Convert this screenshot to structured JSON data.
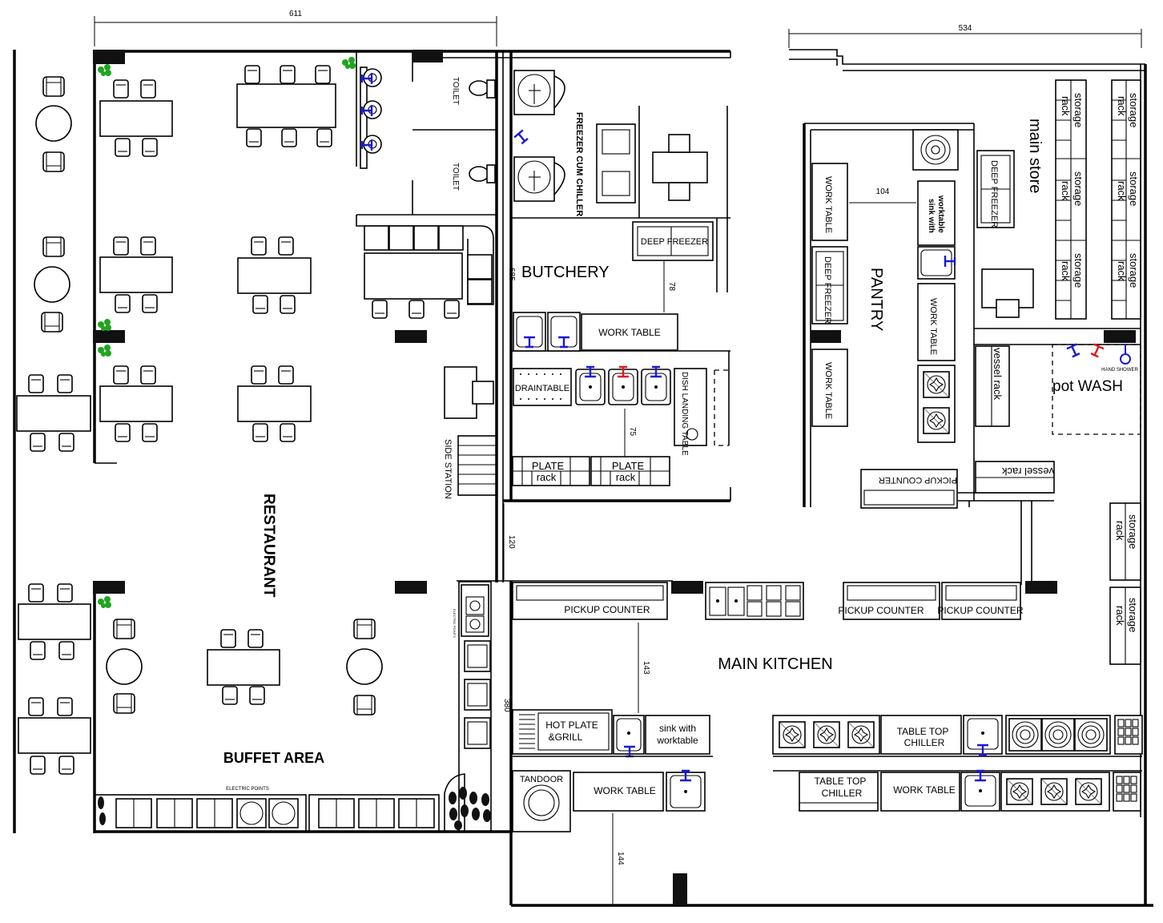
{
  "colors": {
    "line": "#000000",
    "cold_tap": "#1a1ad6",
    "hot_tap": "#e01818",
    "plant": "#1fa51f"
  },
  "icons": [
    "water-tap-icon",
    "hot-water-tap-icon",
    "plant-icon",
    "burner-icon",
    "hand-shower-icon"
  ],
  "dimensions": {
    "d611": "611",
    "d534": "534",
    "d104": "104",
    "d78": "78",
    "d685": "685",
    "d75": "75",
    "d120": "120",
    "d143": "143",
    "d380": "380",
    "d144": "144"
  },
  "rooms": {
    "restaurant": "RESTAURANT",
    "buffet": "BUFFET AREA",
    "butchery": "BUTCHERY",
    "pantry": "PANTRY",
    "main_store": "main store",
    "main_kitchen": "MAIN KITCHEN",
    "pot_wash": "pot WASH",
    "side_station": "SIDE STATION"
  },
  "labels": {
    "toilet": "TOILET",
    "freezer_chiller": "FREEZER CUM CHILLER",
    "deep_freezer": "DEEP FREEZER",
    "work_table": "WORK TABLE",
    "draintable": "DRAINTABLE",
    "dish_landing": "DISH LANDING TABLE",
    "plate": "PLATE",
    "rack": "rack",
    "sink_with": "sink with",
    "worktable": "worktable",
    "storage": "storage",
    "vessel_rack": "vessel rack",
    "pickup_counter": "PICKUP COUNTER",
    "hand_shower": "HAND SHOWER",
    "hot_plate": "HOT PLATE",
    "grill": "&GRILL",
    "table_top": "TABLE TOP",
    "chiller": "CHILLER",
    "tandoor": "TANDOOR",
    "electric_points": "ELECTRIC POINTS"
  }
}
